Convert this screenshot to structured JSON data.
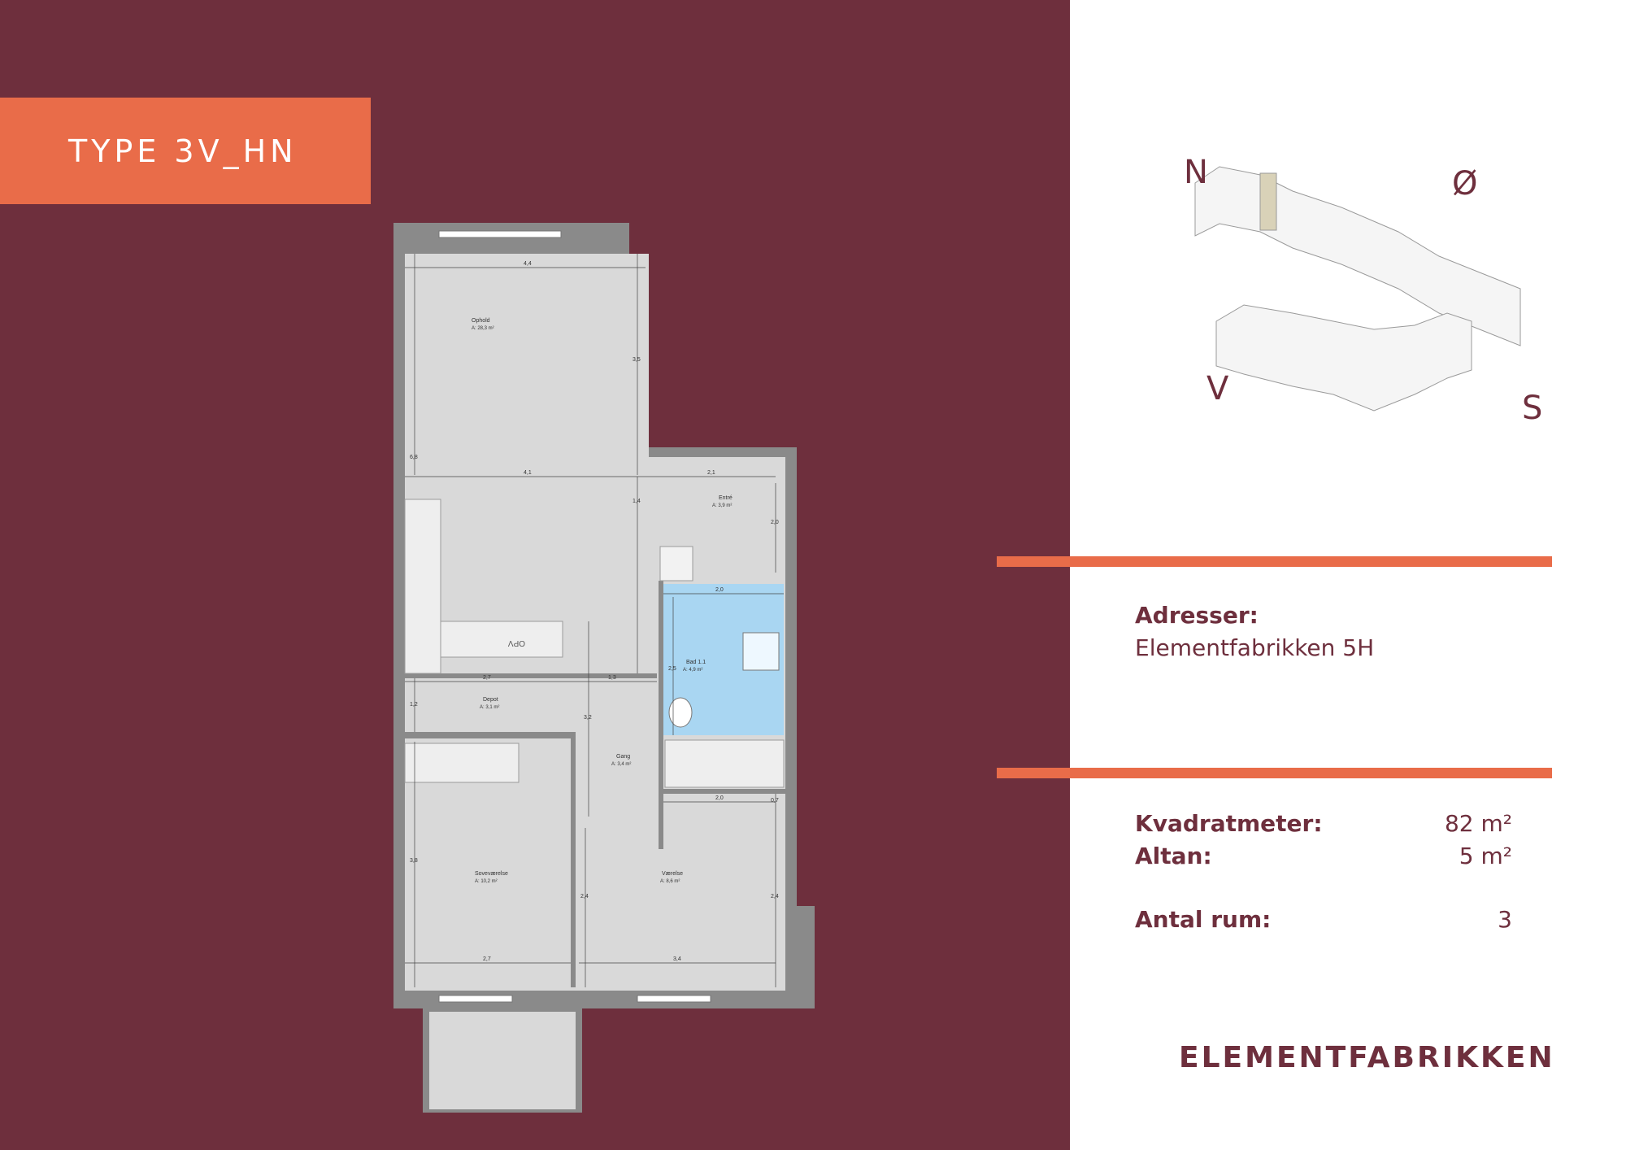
{
  "header": {
    "type_label": "TYPE 3V_HN"
  },
  "compass": {
    "n": "N",
    "o": "Ø",
    "v": "V",
    "s": "S"
  },
  "address": {
    "heading": "Adresser:",
    "value": "Elementfabrikken 5H"
  },
  "facts": [
    {
      "label": "Kvadratmeter:",
      "value": "82 m²"
    },
    {
      "label": "Altan:",
      "value": "5 m²"
    },
    {
      "label": "Antal rum:",
      "value": "3"
    }
  ],
  "brand": "ELEMENTFABRIKKEN",
  "floorplan": {
    "rooms": [
      {
        "name": "Ophold",
        "area": "A: 28,3 m²"
      },
      {
        "name": "Entré",
        "area": "A: 3,9 m²"
      },
      {
        "name": "Bad 1.1",
        "area": "A: 4,9 m²"
      },
      {
        "name": "Depot",
        "area": "A: 3,1 m²"
      },
      {
        "name": "Gang",
        "area": "A: 3,4 m²"
      },
      {
        "name": "Soveværelse",
        "area": "A: 10,2 m²"
      },
      {
        "name": "Værelse",
        "area": "A: 8,6 m²"
      }
    ],
    "dims": [
      "4,4",
      "3,5",
      "6,8",
      "4,1",
      "1,4",
      "2,1",
      "2,0",
      "2,0",
      "2,5",
      "2,7",
      "1,3",
      "1,2",
      "3,2",
      "2,0",
      "0,7",
      "3,8",
      "2,4",
      "2,4",
      "2,7",
      "3,4"
    ],
    "fridge": "OPV"
  },
  "colors": {
    "maroon": "#6e2f3d",
    "orange": "#e96c49",
    "bath": "#a9d6f2"
  }
}
